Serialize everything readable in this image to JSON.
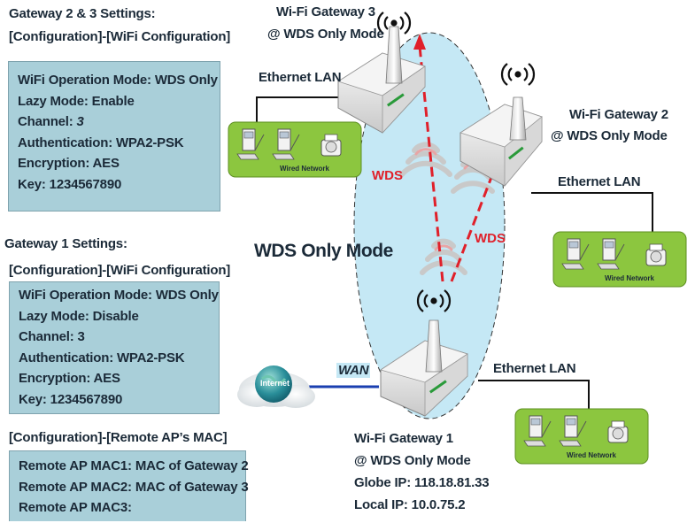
{
  "gw23_settings": {
    "heading1": "Gateway 2 & 3 Settings:",
    "heading2": "[Configuration]-[WiFi Configuration]",
    "lines": [
      "WiFi Operation Mode: WDS Only",
      "Lazy Mode: Enable",
      "Channel: ",
      "Authentication: WPA2-PSK",
      "Encryption: AES",
      "Key: 1234567890"
    ],
    "channel_value": "3"
  },
  "gw1_settings": {
    "heading1": "Gateway 1 Settings:",
    "heading2": "[Configuration]-[WiFi Configuration]",
    "lines": [
      "WiFi Operation Mode: WDS Only",
      "Lazy Mode: Disable",
      "Channel: 3",
      "Authentication: WPA2-PSK",
      "Encryption: AES",
      "Key: 1234567890"
    ]
  },
  "remote_ap": {
    "heading": "[Configuration]-[Remote AP’s MAC]",
    "lines": [
      "Remote AP MAC1: MAC of Gateway 2",
      "Remote AP MAC2: MAC of Gateway 3",
      "Remote AP MAC3:"
    ]
  },
  "diagram": {
    "gw3_title": "Wi-Fi Gateway 3",
    "gw3_mode": "@ WDS Only Mode",
    "gw2_title": "Wi-Fi Gateway 2",
    "gw2_mode": "@ WDS Only Mode",
    "gw1_title": "Wi-Fi Gateway 1",
    "gw1_mode": "@ WDS Only Mode",
    "gw1_globe_ip": "Globe IP: 118.18.81.33",
    "gw1_local_ip": "Local IP: 10.0.75.2",
    "ethernet_lan": "Ethernet LAN",
    "wds": "WDS",
    "wds_only_mode": "WDS Only Mode",
    "wan": "WAN",
    "internet": "Internet",
    "wired_network": "Wired Network"
  },
  "colors": {
    "settings_box": "#a9cfd9",
    "cloud_oval": "#c5e8f5",
    "wired_network": "#8cc63f",
    "wds_accent": "#e0202a"
  }
}
